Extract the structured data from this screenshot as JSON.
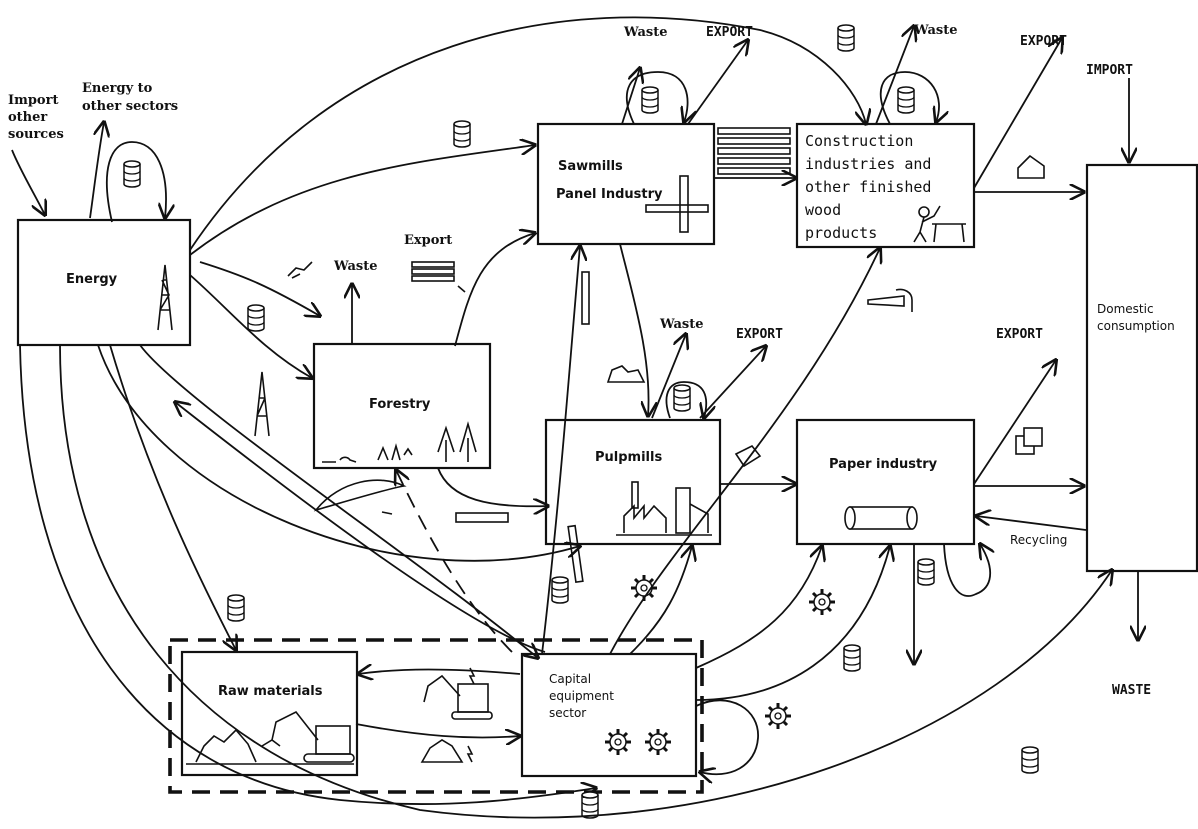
{
  "nodes": {
    "energy": "Energy",
    "forestry": "Forestry",
    "sawmills_1": "Sawmills",
    "sawmills_2": "Panel Industry",
    "construction": [
      "Construction",
      "industries and",
      "other finished",
      "wood",
      "products"
    ],
    "pulpmills": "Pulpmills",
    "paper": "Paper industry",
    "domestic": [
      "Domestic",
      "consumption"
    ],
    "raw": "Raw materials",
    "capital": [
      "Capital",
      "equipment",
      "sector"
    ]
  },
  "flow_labels": {
    "import_other": [
      "Import",
      "other",
      "sources"
    ],
    "energy_other": [
      "Energy to",
      "other sectors"
    ],
    "waste_forestry": "Waste",
    "export_forestry": "Export",
    "waste_sawmills": "Waste",
    "export_sawmills": "EXPORT",
    "waste_construction": "Waste",
    "export_construction": "EXPORT",
    "import_domestic": "IMPORT",
    "waste_pulp": "Waste",
    "export_pulp": "EXPORT",
    "export_paper": "EXPORT",
    "recycling": "Recycling",
    "waste_domestic": "WASTE"
  },
  "icons": [
    "barrel-icon",
    "drilling-rig-icon",
    "log-icon",
    "lumber-stack-icon",
    "house-icon",
    "carpenter-icon",
    "hammer-icon",
    "pulp-mill-icon",
    "paper-roll-icon",
    "paper-sheets-icon",
    "gear-icon",
    "excavator-icon",
    "ore-pile-icon",
    "tree-icon",
    "saw-icon",
    "wood-chips-icon"
  ]
}
